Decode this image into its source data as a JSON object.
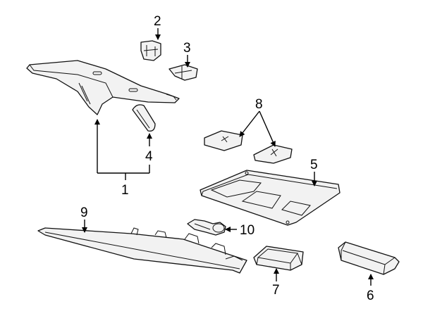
{
  "callouts": [
    {
      "id": "1",
      "label": "1"
    },
    {
      "id": "2",
      "label": "2"
    },
    {
      "id": "3",
      "label": "3"
    },
    {
      "id": "4",
      "label": "4"
    },
    {
      "id": "5",
      "label": "5"
    },
    {
      "id": "6",
      "label": "6"
    },
    {
      "id": "7",
      "label": "7"
    },
    {
      "id": "8",
      "label": "8"
    },
    {
      "id": "9",
      "label": "9"
    },
    {
      "id": "10",
      "label": "10"
    }
  ],
  "colors": {
    "line": "#111111",
    "part_fill": "#f2f2f2",
    "background": "#ffffff"
  }
}
